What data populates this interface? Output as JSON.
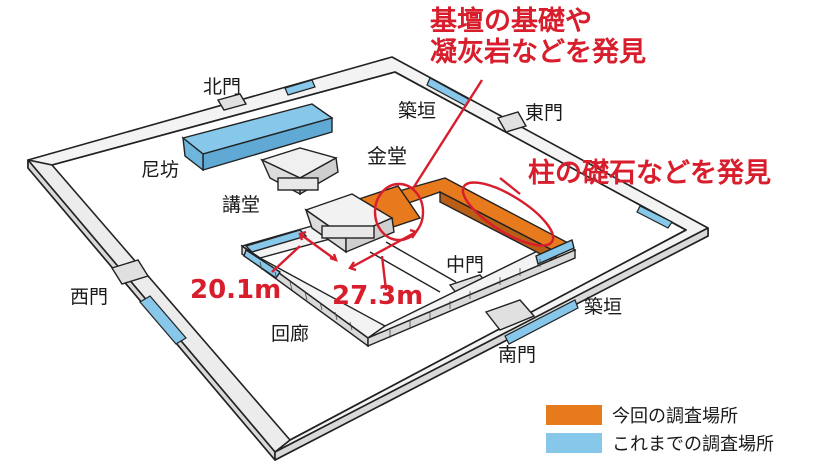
{
  "labels": {
    "north_gate": "北門",
    "east_gate": "東門",
    "west_gate": "西門",
    "south_gate": "南門",
    "middle_gate": "中門",
    "wall_north": "築垣",
    "wall_south": "築垣",
    "nunnery": "尼坊",
    "lecture_hall": "講堂",
    "golden_hall": "金堂",
    "corridor": "回廊"
  },
  "annotations": {
    "foundation_line1": "基壇の基礎や",
    "foundation_line2": "凝灰岩などを発見",
    "pillar": "柱の礎石などを発見",
    "width": "20.1m",
    "length": "27.3m"
  },
  "legend": {
    "current": "今回の調査場所",
    "past": "これまでの調査場所"
  },
  "colors": {
    "current_survey": "#e87a1e",
    "past_survey": "#86c7ea",
    "annotation_red": "#d81e2c",
    "wall_fill": "#f2f2f2",
    "outline": "#222222"
  }
}
